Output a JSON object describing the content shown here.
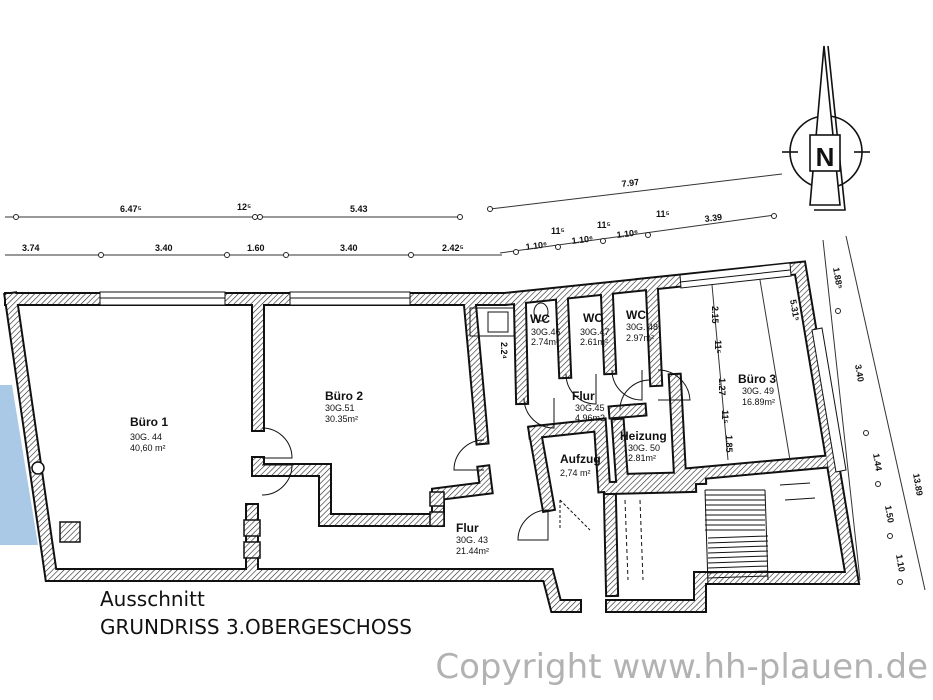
{
  "title": {
    "line1": "Ausschnitt",
    "line2": "GRUNDRISS 3.OBERGESCHOSS"
  },
  "watermark": "Copyright www.hh-plauen.de",
  "north_arrow": {
    "label": "N"
  },
  "rooms": [
    {
      "name": "Büro 1",
      "id": "30G. 44",
      "area": "40,60 m²"
    },
    {
      "name": "Büro 2",
      "id": "30G.51",
      "area": "30.35m²"
    },
    {
      "name": "Flur",
      "id": "30G. 43",
      "area": "21.44m²"
    },
    {
      "name": "WC",
      "id": "30G.46",
      "area": "2.74m²"
    },
    {
      "name": "WC",
      "id": "30G.47",
      "area": "2.61m²"
    },
    {
      "name": "WC",
      "id": "30G. 48",
      "area": "2.97m²"
    },
    {
      "name": "Flur",
      "id": "30G.45",
      "area": "4.96m2"
    },
    {
      "name": "Heizung",
      "id": "30G. 50",
      "area": "2.81m²"
    },
    {
      "name": "Aufzug",
      "id": "",
      "area": "2,74 m²"
    },
    {
      "name": "Büro 3",
      "id": "30G. 49",
      "area": "16.89m²"
    }
  ],
  "dimensions": {
    "top_row1": [
      "6.47⁵",
      "12⁵",
      "5.43"
    ],
    "top_row2": [
      "3.74",
      "3.40",
      "1.60",
      "3.40",
      "2.42⁵"
    ],
    "right_top": [
      "7.97"
    ],
    "right_row2": [
      "1.10⁶",
      "11⁵",
      "1.10⁶",
      "11⁵",
      "1.10⁶",
      "11⁵",
      "3.39"
    ],
    "right_side": [
      "1.88⁵",
      "3.40",
      "1.44",
      "1.50",
      "1.10",
      "13.89"
    ],
    "interior": [
      "2.2⁴",
      "2.15",
      "11⁵",
      "1.27",
      "11⁵",
      "1.85",
      "5.31⁵"
    ]
  }
}
